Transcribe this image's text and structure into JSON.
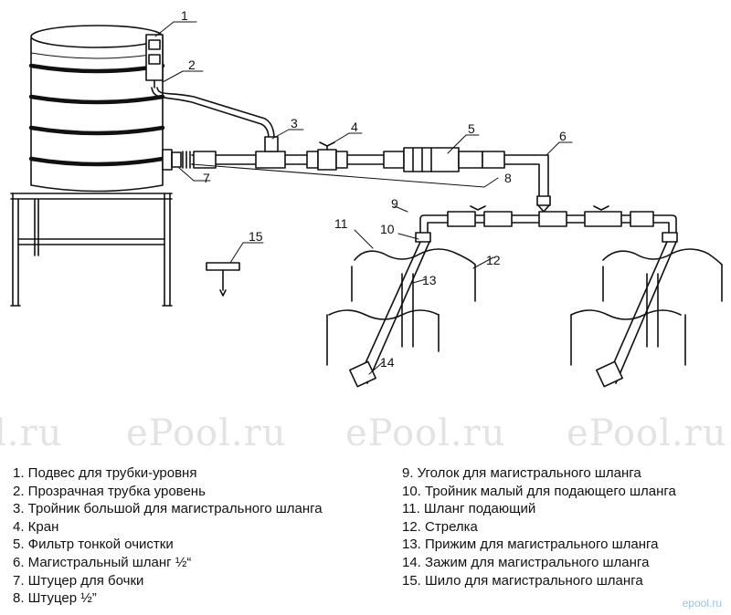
{
  "callouts": [
    "1",
    "2",
    "3",
    "4",
    "5",
    "6",
    "7",
    "8",
    "9",
    "10",
    "11",
    "12",
    "13",
    "14",
    "15"
  ],
  "watermark": "ePool.ru",
  "watermark_partial": "l.ru",
  "legend_left": [
    "1. Подвес для трубки-уровня",
    "2. Прозрачная трубка уровень",
    "3. Тройник большой для магистрального шланга",
    "4. Кран",
    "5. Фильтр тонкой очистки",
    "6. Магистральный шланг ½“",
    "7. Штуцер для бочки",
    "8. Штуцер ½”"
  ],
  "legend_right": [
    "9. Уголок для магистрального шланга",
    "10. Тройник малый для подающего шланга",
    "11. Шланг подающий",
    "12. Стрелка",
    "13. Прижим для магистрального шланга",
    "14. Зажим для магистрального шланга",
    "15. Шило для магистрального шланга"
  ],
  "brand": "epool.ru"
}
